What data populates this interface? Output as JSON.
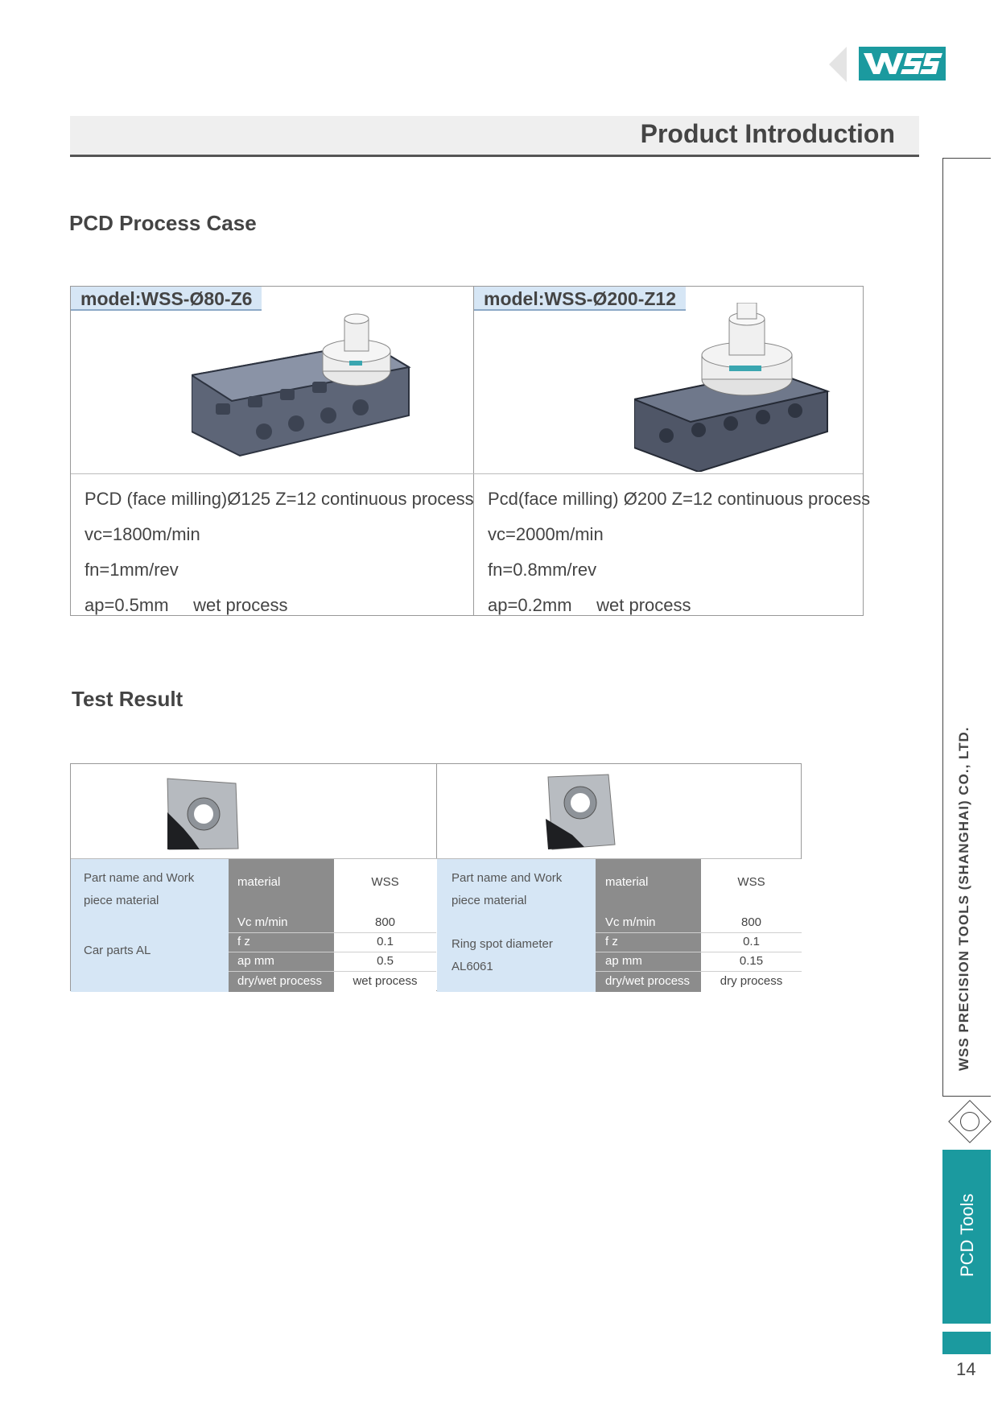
{
  "logo": {
    "text": "WSS"
  },
  "header": {
    "title": "Product Introduction"
  },
  "process_case": {
    "title": "PCD Process Case",
    "cases": [
      {
        "model": "model:WSS-Ø80-Z6",
        "lines": [
          "PCD (face milling)Ø125 Z=12 continuous process",
          "vc=1800m/min",
          "fn=1mm/rev",
          "ap=0.5mm     wet process"
        ]
      },
      {
        "model": "model:WSS-Ø200-Z12",
        "lines": [
          "Pcd(face milling) Ø200 Z=12 continuous process",
          "vc=2000m/min",
          "fn=0.8mm/rev",
          "ap=0.2mm     wet process"
        ]
      }
    ]
  },
  "test_result": {
    "title": "Test Result",
    "panels": [
      {
        "part_label": "Part name and Work piece material",
        "material_label": "material",
        "material_value": "WSS",
        "part_value": "Car parts AL",
        "rows": [
          {
            "label": "Vc m/min",
            "value": "800"
          },
          {
            "label": "f z",
            "value": "0.1"
          },
          {
            "label": "ap  mm",
            "value": "0.5"
          },
          {
            "label": "dry/wet process",
            "value": "wet process"
          }
        ]
      },
      {
        "part_label": "Part name and Work piece material",
        "material_label": "material",
        "material_value": "WSS",
        "part_value": "Ring spot diameter AL6061",
        "rows": [
          {
            "label": "Vc m/min",
            "value": "800"
          },
          {
            "label": "f z",
            "value": "0.1"
          },
          {
            "label": "ap  mm",
            "value": "0.15"
          },
          {
            "label": "dry/wet process",
            "value": "dry process"
          }
        ]
      }
    ]
  },
  "sidebar": {
    "company": "WSS PRECISION TOOLS (SHANGHAI) CO., LTD.",
    "category": "PCD Tools",
    "page_number": "14"
  },
  "colors": {
    "accent": "#1b9a9f",
    "header_bg": "#efefef",
    "label_blue": "#d6e6f5",
    "label_grey": "#8c8c8c"
  }
}
